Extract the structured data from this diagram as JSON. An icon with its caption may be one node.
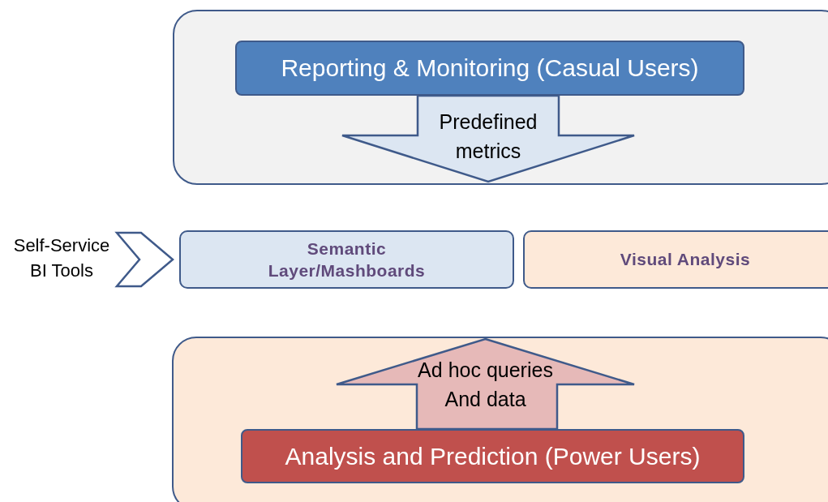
{
  "diagram": {
    "nodes": [
      {
        "text": [],
        "shape": "box"
      },
      {
        "text": [
          "Reporting & Monitoring (Casual Users)"
        ],
        "in": 0
      },
      {
        "text": [
          "Predefined metrics"
        ],
        "in": 0
      },
      {
        "text": [
          "Self-Service BI Tools"
        ]
      },
      {
        "text": [
          "Semantic Layer/Mashboards"
        ]
      },
      {
        "text": [
          "Visual Analysis"
        ]
      },
      {
        "text": [],
        "shape": "box"
      },
      {
        "text": [
          "Ad hoc queries And data"
        ],
        "in": 6
      },
      {
        "text": [
          "Analysis and Prediction (Power Users)"
        ],
        "in": 6
      }
    ],
    "edges": [
      {
        "from": 3,
        "to": 4,
        "arrow": "to"
      }
    ]
  }
}
